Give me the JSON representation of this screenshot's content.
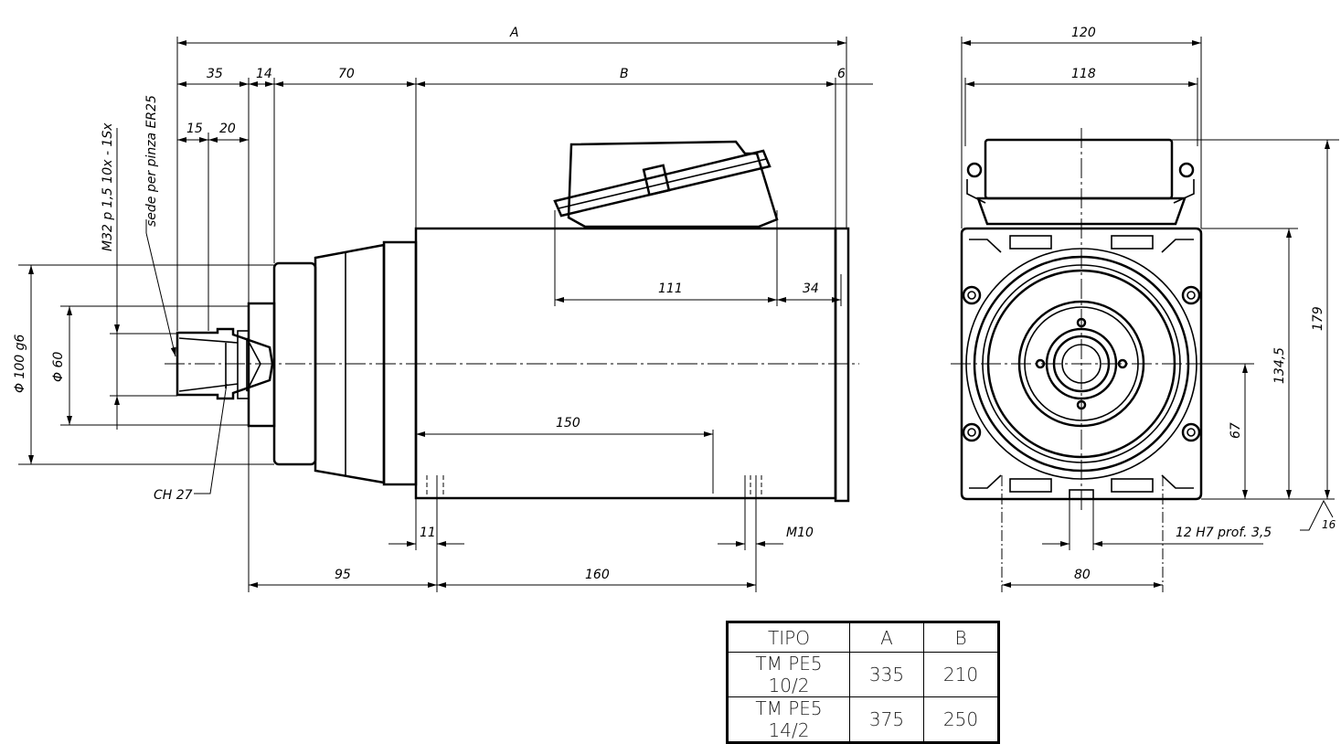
{
  "drawing": {
    "side_view": {
      "dim_A": "A",
      "dim_B": "B",
      "dim_35": "35",
      "dim_14": "14",
      "dim_70": "70",
      "dim_6": "6",
      "dim_15": "15",
      "dim_20": "20",
      "thread_note": "M32 p 1,5 10x - 1Sx",
      "collet_note": "sede per pinza ER25",
      "dia_100": "Φ 100 g6",
      "dia_60": "Φ 60",
      "wrench_note": "CH 27",
      "dim_111": "111",
      "dim_34": "34",
      "dim_150": "150",
      "dim_11": "11",
      "thread_m10": "M10",
      "dim_95": "95",
      "dim_160": "160"
    },
    "front_view": {
      "dim_120": "120",
      "dim_118": "118",
      "dim_179": "179",
      "dim_134_5": "134,5",
      "dim_67": "67",
      "dim_80": "80",
      "key_note": "12 H7 prof. 3,5",
      "dim_16": "16"
    }
  },
  "table": {
    "headers": [
      "TIPO",
      "A",
      "B"
    ],
    "rows": [
      [
        "TM PE5 10/2",
        "335",
        "210"
      ],
      [
        "TM PE5 14/2",
        "375",
        "250"
      ]
    ]
  }
}
